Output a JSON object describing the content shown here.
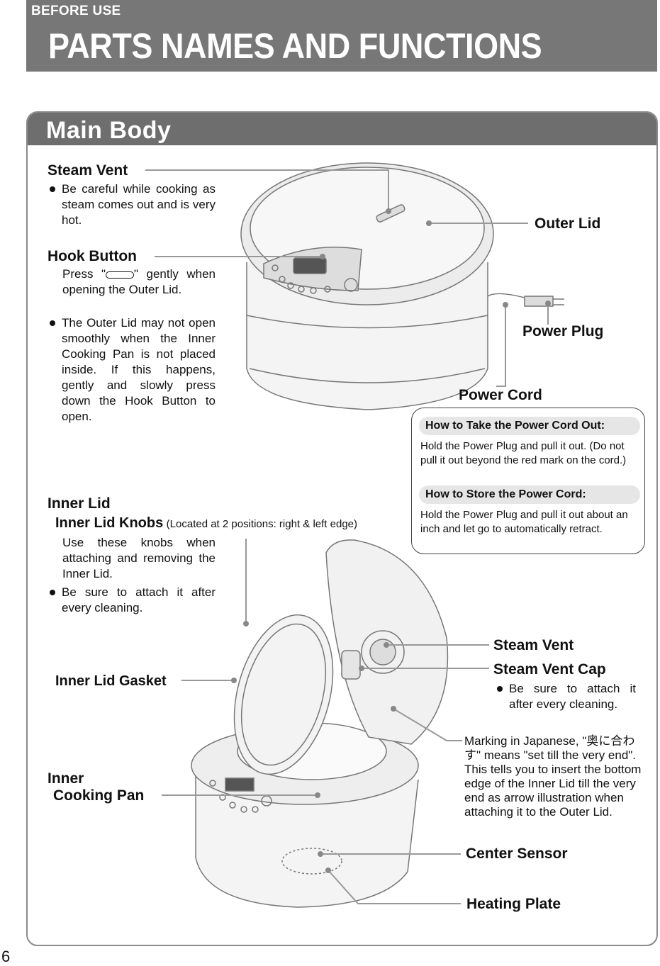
{
  "header": {
    "section": "BEFORE USE",
    "title": "PARTS NAMES AND FUNCTIONS"
  },
  "panel": {
    "title": "Main Body"
  },
  "labels": {
    "steam_vent_top": "Steam Vent",
    "steam_vent_top_note": "Be careful while cooking as steam comes out and is very hot.",
    "outer_lid": "Outer Lid",
    "hook_button": "Hook Button",
    "hook_button_note_prefix": "Press \"",
    "hook_button_note_suffix": "\" gently when opening the Outer Lid.",
    "hook_button_bullet": "The Outer Lid may not open smoothly when the Inner Cooking Pan is not placed inside. If this happens, gently and slowly press down the Hook Button to open.",
    "power_plug": "Power Plug",
    "power_cord": "Power Cord",
    "inner_lid": "Inner Lid",
    "inner_lid_knobs": "Inner Lid Knobs",
    "inner_lid_knobs_note": "(Located at 2 positions: right & left edge)",
    "inner_lid_knobs_desc": "Use these knobs when attaching and removing the Inner Lid.",
    "inner_lid_knobs_bullet": "Be sure to attach it after every cleaning.",
    "inner_lid_gasket": "Inner Lid Gasket",
    "steam_vent_lower": "Steam Vent",
    "steam_vent_cap": "Steam Vent Cap",
    "steam_vent_cap_bullet": "Be sure to attach it after every cleaning.",
    "marking_note": "Marking in Japanese, \"奥に合わす\" means \"set till the very end\". This tells you to insert the bottom edge of the Inner Lid till the very end as arrow illustration when attaching it to the Outer Lid.",
    "inner_cooking_pan_line1": "Inner",
    "inner_cooking_pan_line2": "Cooking Pan",
    "center_sensor": "Center Sensor",
    "heating_plate": "Heating Plate"
  },
  "cord_box": {
    "take_out_heading": "How to Take the Power Cord Out:",
    "take_out_text": "Hold the Power Plug and pull it out. (Do not pull it out beyond the red mark on the cord.)",
    "store_heading": "How to Store the Power Cord:",
    "store_text": "Hold the Power Plug and pull it out about an inch and let go to automatically retract."
  },
  "page_number": "6",
  "colors": {
    "header_bg": "#777777",
    "panel_bar": "#6e6e6e",
    "box_heading_bg": "#e6e6e6"
  },
  "icons": {
    "bullet": "bullet-dot",
    "hook_button_symbol": "hook-button-icon"
  }
}
